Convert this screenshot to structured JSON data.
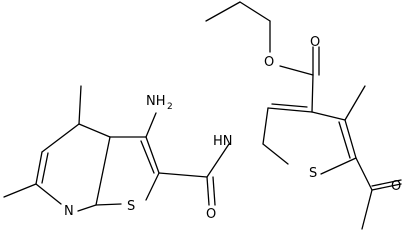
{
  "atom_labels": {
    "amino_n": "NH",
    "amino_sub": "2",
    "amide_nh": "HN",
    "carbonyl_o_amide": "O",
    "ester_o_single": "O",
    "ester_o_double": "O",
    "acetyl_o": "O",
    "thiophene_s_left": "S",
    "thiophene_s_right": "S",
    "pyridine_n": "N"
  }
}
